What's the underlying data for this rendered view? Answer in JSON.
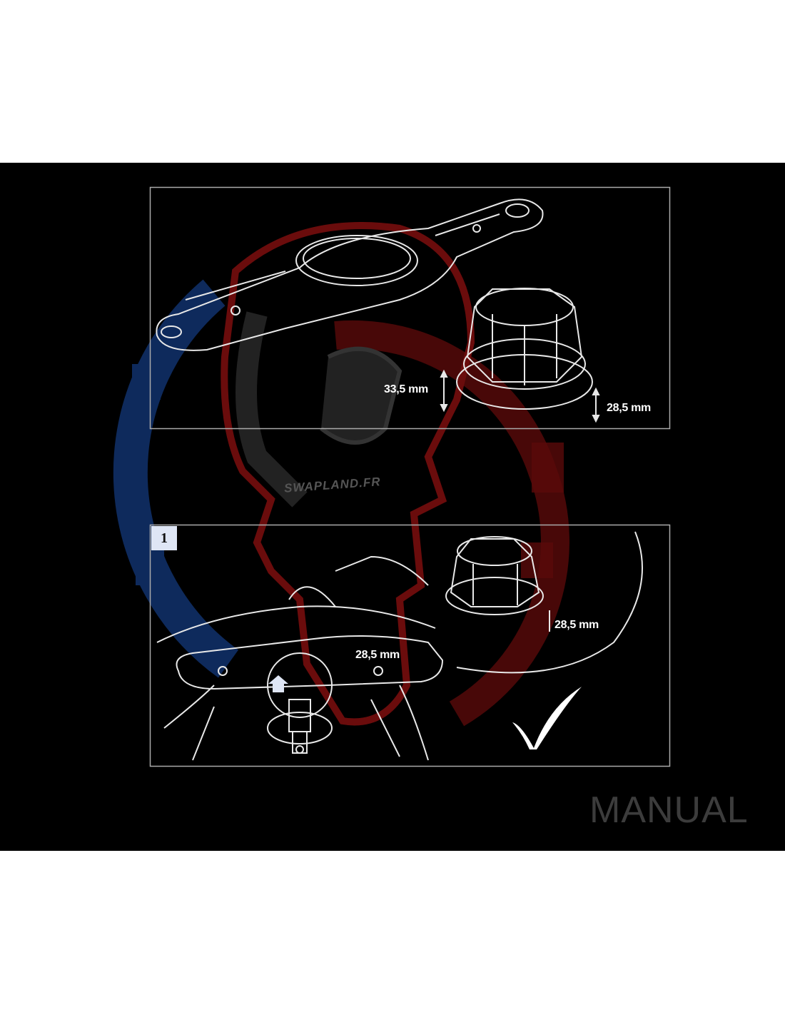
{
  "diagram": {
    "top_panel": {
      "dim_a": "33,5 mm",
      "dim_b": "28,5 mm"
    },
    "bottom_panel": {
      "step_number": "1",
      "dim_a": "28,5 mm",
      "dim_b": "28,5 mm",
      "status": "check-icon"
    }
  },
  "watermark": {
    "text": "SWAPLAND.FR"
  },
  "footer": {
    "label": "MANUAL"
  },
  "colors": {
    "background": "#000000",
    "line": "#e8e8e8",
    "watermark_red": "#6a0c0c",
    "watermark_blue": "#0e2a5c",
    "manual": "#3c3c3c"
  }
}
